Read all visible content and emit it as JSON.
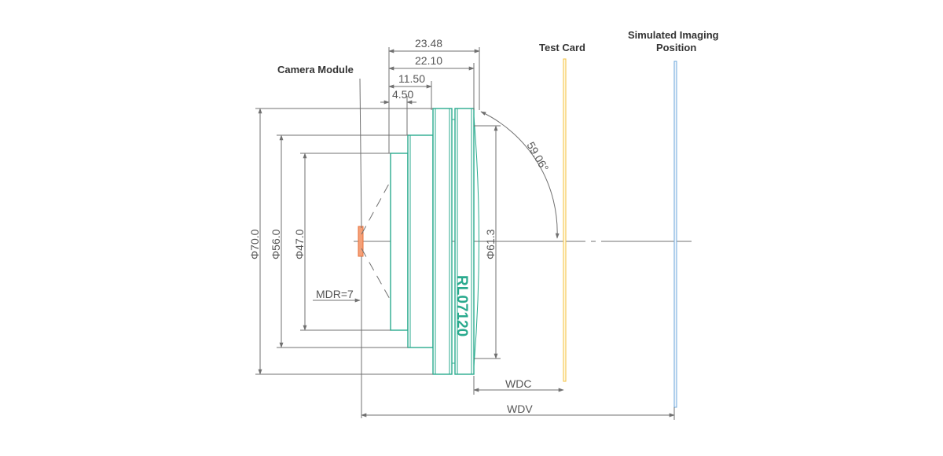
{
  "labels": {
    "camera_module": "Camera Module",
    "test_card": "Test Card",
    "sim_line1": "Simulated Imaging",
    "sim_line2": "Position",
    "model": "RL07120"
  },
  "dimensions": {
    "d1": "23.48",
    "d2": "22.10",
    "d3": "11.50",
    "d4": "4.50",
    "dia70": "Φ70.0",
    "dia56": "Φ56.0",
    "dia47": "Φ47.0",
    "dia61": "Φ61.3",
    "angle": "59.06°",
    "mdr": "MDR=7",
    "wdc": "WDC",
    "wdv": "WDV"
  },
  "colors": {
    "lens_body": "#2aaa8e",
    "sensor": "#e8703a",
    "test_card": "#f5c040",
    "sim_plane": "#6fa8dc"
  }
}
